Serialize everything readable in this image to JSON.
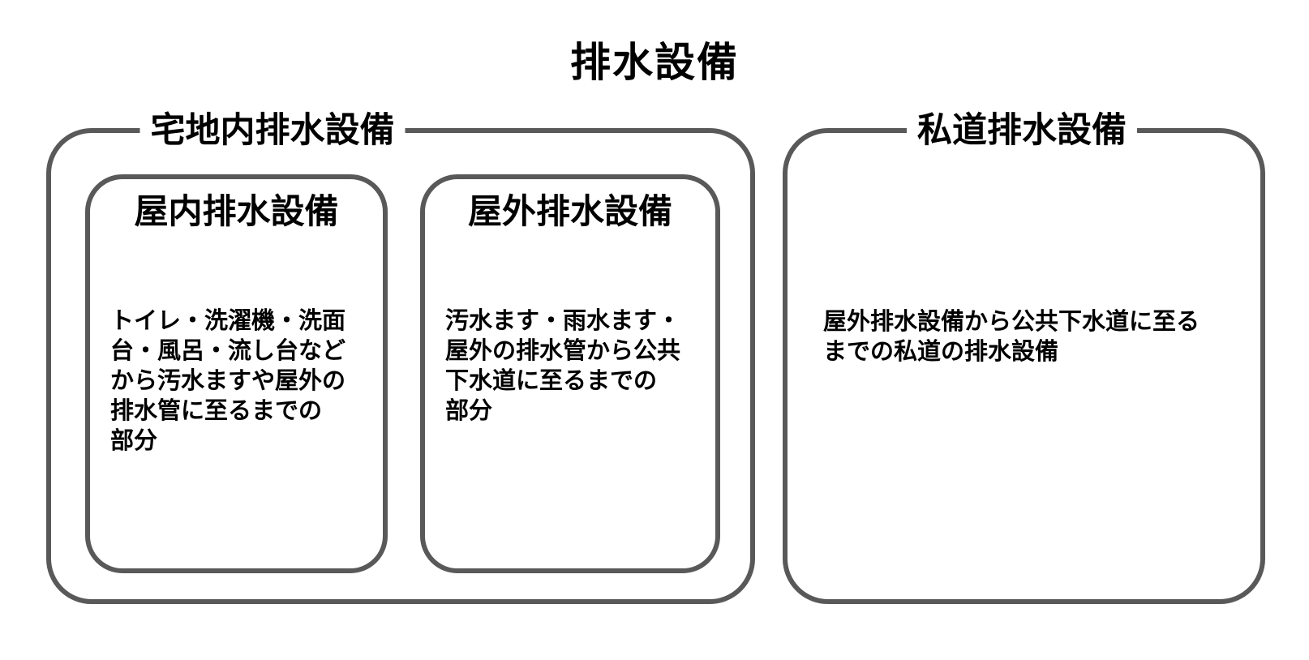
{
  "title": "排水設備",
  "colors": {
    "border": "#595959",
    "text": "#000000",
    "background": "#ffffff"
  },
  "groups": [
    {
      "label": "宅地内排水設備",
      "children": [
        {
          "title": "屋内排水設備",
          "body": "トイレ・洗濯機・洗面\n台・風呂・流し台など\nから汚水ますや屋外の\n排水管に至るまでの\n部分"
        },
        {
          "title": "屋外排水設備",
          "body": "汚水ます・雨水ます・\n屋外の排水管から公共\n下水道に至るまでの\n部分"
        }
      ]
    },
    {
      "label": "私道排水設備",
      "body": "屋外排水設備から公共下水道に至る\nまでの私道の排水設備"
    }
  ]
}
